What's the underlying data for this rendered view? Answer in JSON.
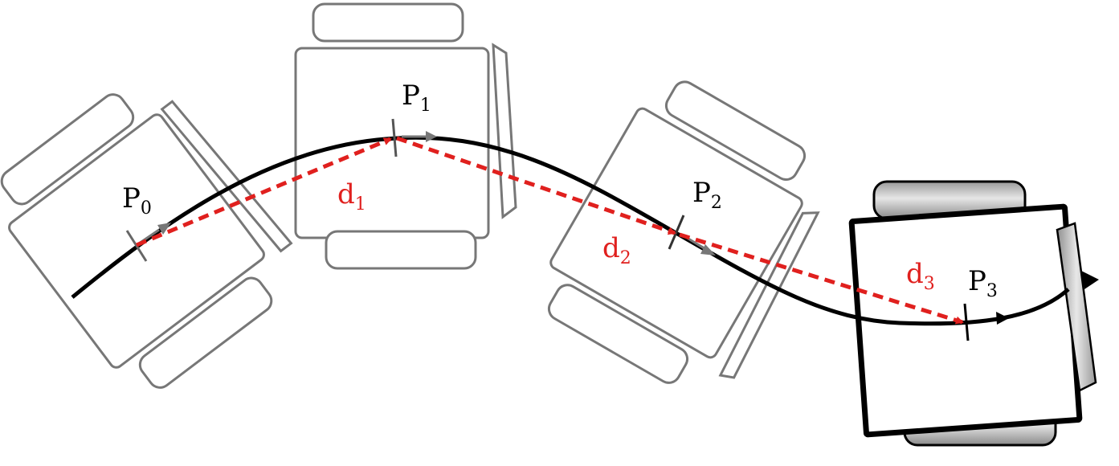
{
  "diagram": {
    "poses": [
      {
        "letter": "P",
        "index": "0"
      },
      {
        "letter": "P",
        "index": "1"
      },
      {
        "letter": "P",
        "index": "2"
      },
      {
        "letter": "P",
        "index": "3"
      }
    ],
    "displacements": [
      {
        "letter": "d",
        "index": "1"
      },
      {
        "letter": "d",
        "index": "2"
      },
      {
        "letter": "d",
        "index": "3"
      }
    ],
    "colors": {
      "path": "#000000",
      "displacement": "#e0201e",
      "ghost_robot": "#777777",
      "final_robot": "#000000",
      "wheel_fill": "#b0b0b0"
    }
  }
}
